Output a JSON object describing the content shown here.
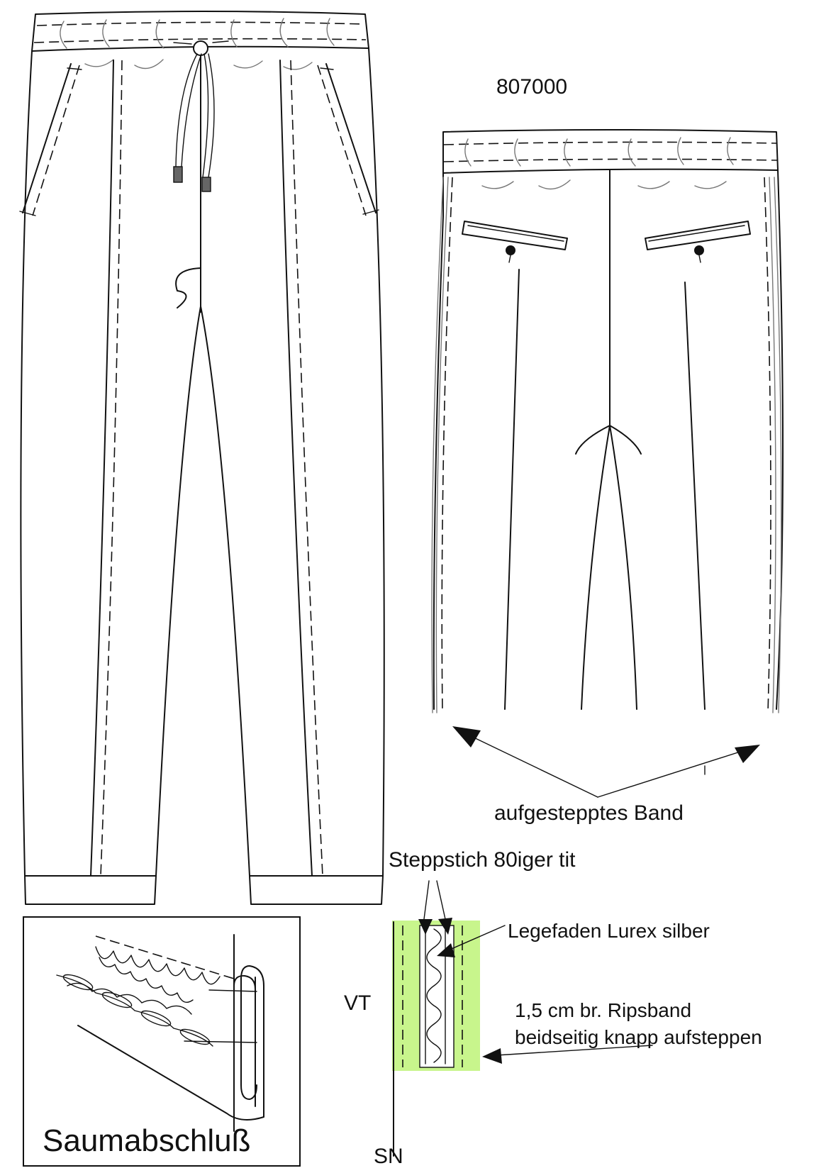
{
  "article_number": "807000",
  "labels": {
    "applied_tape": "aufgestepptes Band",
    "topstitch": "Steppstich 80iger tit",
    "laying_thread": "Legefaden Lurex silber",
    "grosgrain_line1": "1,5 cm br. Ripsband",
    "grosgrain_line2": "beidseitig knapp aufsteppen",
    "front_marker": "VT",
    "side_seam_marker": "SN",
    "hem_finish": "Saumabschluß"
  },
  "colors": {
    "tape_highlight": "#c8f58c",
    "line": "#111111",
    "sketch_gray": "#777777",
    "cord_tip": "#666666"
  }
}
